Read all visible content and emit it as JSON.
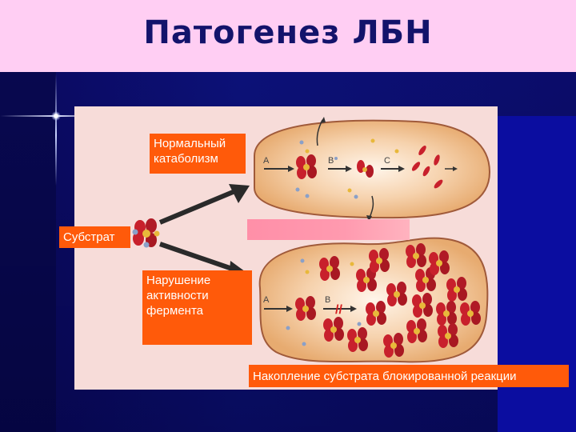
{
  "slide": {
    "title": "Патогенез ЛБН"
  },
  "diagram": {
    "normal_label": "Нормальный катаболизм",
    "substrate_label": "Субстрат",
    "disorder_label": "Нарушение активности фермента",
    "accumulation_label": "Накопление субстрата блокированной реакции",
    "top_cell": {
      "steps": [
        "A",
        "B",
        "C"
      ]
    },
    "bottom_cell": {
      "steps": [
        "A",
        "B"
      ],
      "block_mark": "//"
    }
  },
  "colors": {
    "title_bg": "#ffcef3",
    "title_text": "#13136b",
    "label_bg": "#ff5a0a",
    "panel_bg": "#f7dcd9",
    "cell_fill": "#f0c08e",
    "molecule": "#c8202c"
  }
}
